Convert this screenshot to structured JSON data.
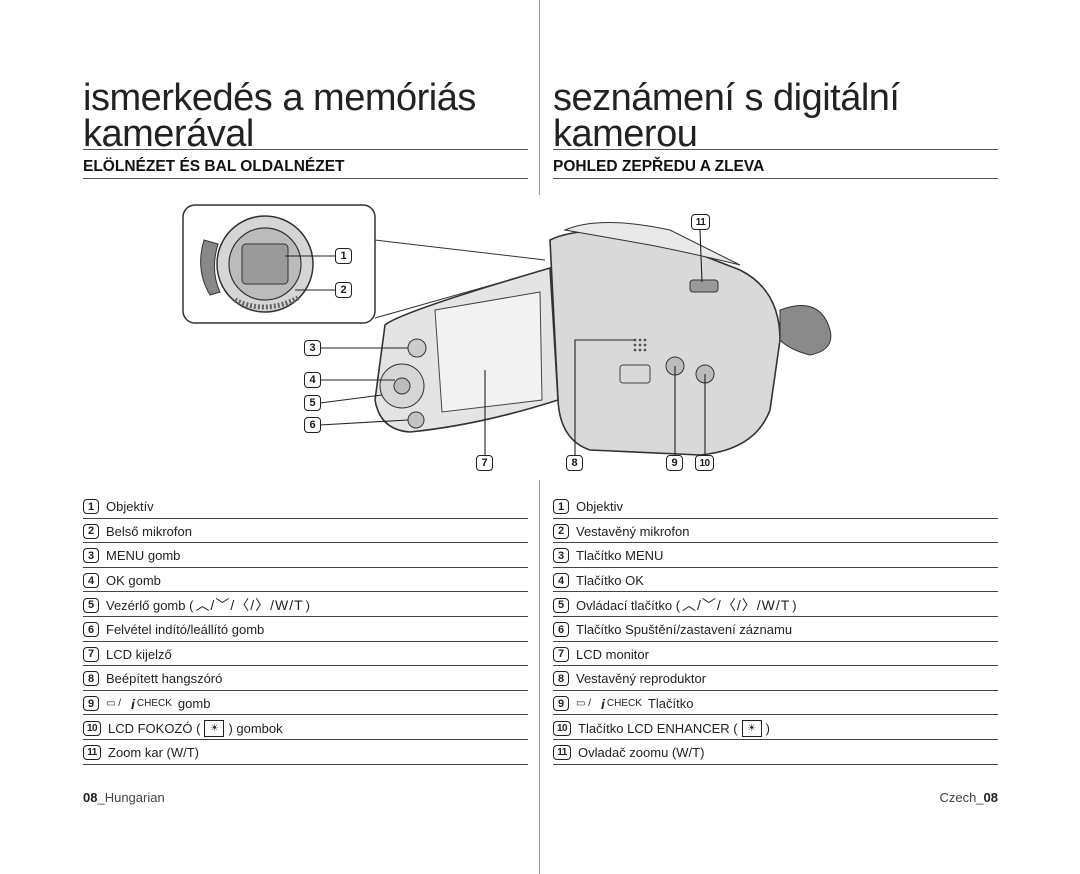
{
  "left": {
    "title": "ismerkedés a memóriás kamerával",
    "subheading": "ELÖLNÉZET ÉS BAL OLDALNÉZET",
    "items": [
      {
        "n": "1",
        "text": "Objektív"
      },
      {
        "n": "2",
        "text": "Belső mikrofon"
      },
      {
        "n": "3",
        "text": "MENU gomb"
      },
      {
        "n": "4",
        "text": "OK gomb"
      },
      {
        "n": "5",
        "pre": "Vezérlő gomb (",
        "controls": "︿/﹀/〈/〉/W/T",
        "post": ")"
      },
      {
        "n": "6",
        "text": "Felvétel indító/leállító gomb"
      },
      {
        "n": "7",
        "text": "LCD kijelző"
      },
      {
        "n": "8",
        "text": "Beépített hangszóró"
      },
      {
        "n": "9",
        "icon": "▭ /",
        "icheck": "i",
        "check": "CHECK",
        "post": "gomb"
      },
      {
        "n": "10",
        "pre": "LCD FOKOZÓ (",
        "post": ") gombok"
      },
      {
        "n": "11",
        "text": "Zoom kar (W/T)"
      }
    ],
    "footer_num": "08",
    "footer_lang": "_Hungarian"
  },
  "right": {
    "title": "seznámení s digitální kamerou",
    "subheading": "POHLED ZEPŘEDU A ZLEVA",
    "items": [
      {
        "n": "1",
        "text": "Objektiv"
      },
      {
        "n": "2",
        "text": "Vestavěný mikrofon"
      },
      {
        "n": "3",
        "text": "Tlačítko MENU"
      },
      {
        "n": "4",
        "text": "Tlačítko OK"
      },
      {
        "n": "5",
        "pre": "Ovládací tlačítko (",
        "controls": "︿/﹀/〈/〉/W/T",
        "post": ")"
      },
      {
        "n": "6",
        "text": "Tlačítko Spuštění/zastavení záznamu"
      },
      {
        "n": "7",
        "text": "LCD monitor"
      },
      {
        "n": "8",
        "text": "Vestavěný reproduktor"
      },
      {
        "n": "9",
        "icon": "▭ /",
        "icheck": "i",
        "check": "CHECK",
        "post": "Tlačítko"
      },
      {
        "n": "10",
        "pre": "Tlačítko LCD ENHANCER (",
        "post": ")"
      },
      {
        "n": "11",
        "text": "Ovladač zoomu (W/T)"
      }
    ],
    "footer_lang": "Czech_",
    "footer_num": "08"
  },
  "illustration": {
    "callouts": [
      "1",
      "2",
      "3",
      "4",
      "5",
      "6",
      "7",
      "8",
      "9",
      "10",
      "11"
    ]
  },
  "colors": {
    "body": "#d9d9d9",
    "outline": "#333333",
    "screen": "#e8e8e8"
  }
}
